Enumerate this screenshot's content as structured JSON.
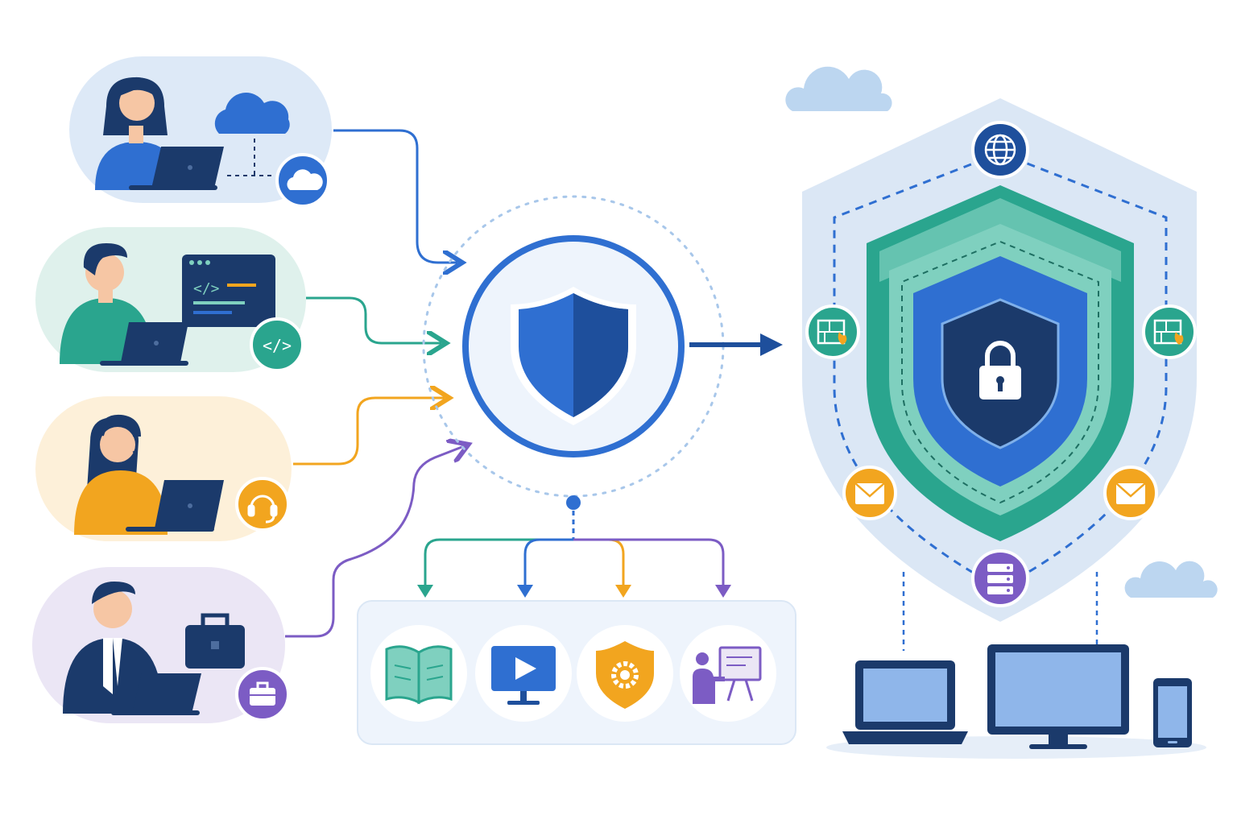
{
  "colors": {
    "blue": "#2f6fd1",
    "blue_dark": "#1e4f9c",
    "navy": "#1b3a6b",
    "teal": "#2aa58e",
    "teal_light": "#7fd0bf",
    "orange": "#f2a51f",
    "purple": "#7c5cc4",
    "pale_blue": "#dde9f7",
    "pale_teal": "#dff1ec",
    "pale_orange": "#fdf0d9",
    "pale_purple": "#ebe6f5",
    "cloud": "#bcd6f0"
  },
  "users": [
    {
      "role": "remote-worker",
      "accent": "#2f6fd1",
      "badge_icon": "cloud-icon"
    },
    {
      "role": "developer",
      "accent": "#2aa58e",
      "badge_icon": "code-icon",
      "screen_code": "</>"
    },
    {
      "role": "support-agent",
      "accent": "#f2a51f",
      "badge_icon": "headset-icon"
    },
    {
      "role": "business-user",
      "accent": "#7c5cc4",
      "badge_icon": "briefcase-icon"
    }
  ],
  "hub": {
    "icon": "shield-icon"
  },
  "services": [
    {
      "icon": "open-book-icon",
      "accent": "#2aa58e"
    },
    {
      "icon": "video-play-icon",
      "accent": "#2f6fd1"
    },
    {
      "icon": "shield-gear-icon",
      "accent": "#f2a51f"
    },
    {
      "icon": "presentation-icon",
      "accent": "#7c5cc4"
    }
  ],
  "defense": {
    "core_icon": "padlock-icon",
    "nodes": [
      "globe-icon",
      "firewall-icon",
      "firewall-icon",
      "mail-icon",
      "mail-icon",
      "server-icon"
    ]
  },
  "devices": [
    "laptop-icon",
    "monitor-icon",
    "phone-icon"
  ],
  "code_badge_text": "</>"
}
